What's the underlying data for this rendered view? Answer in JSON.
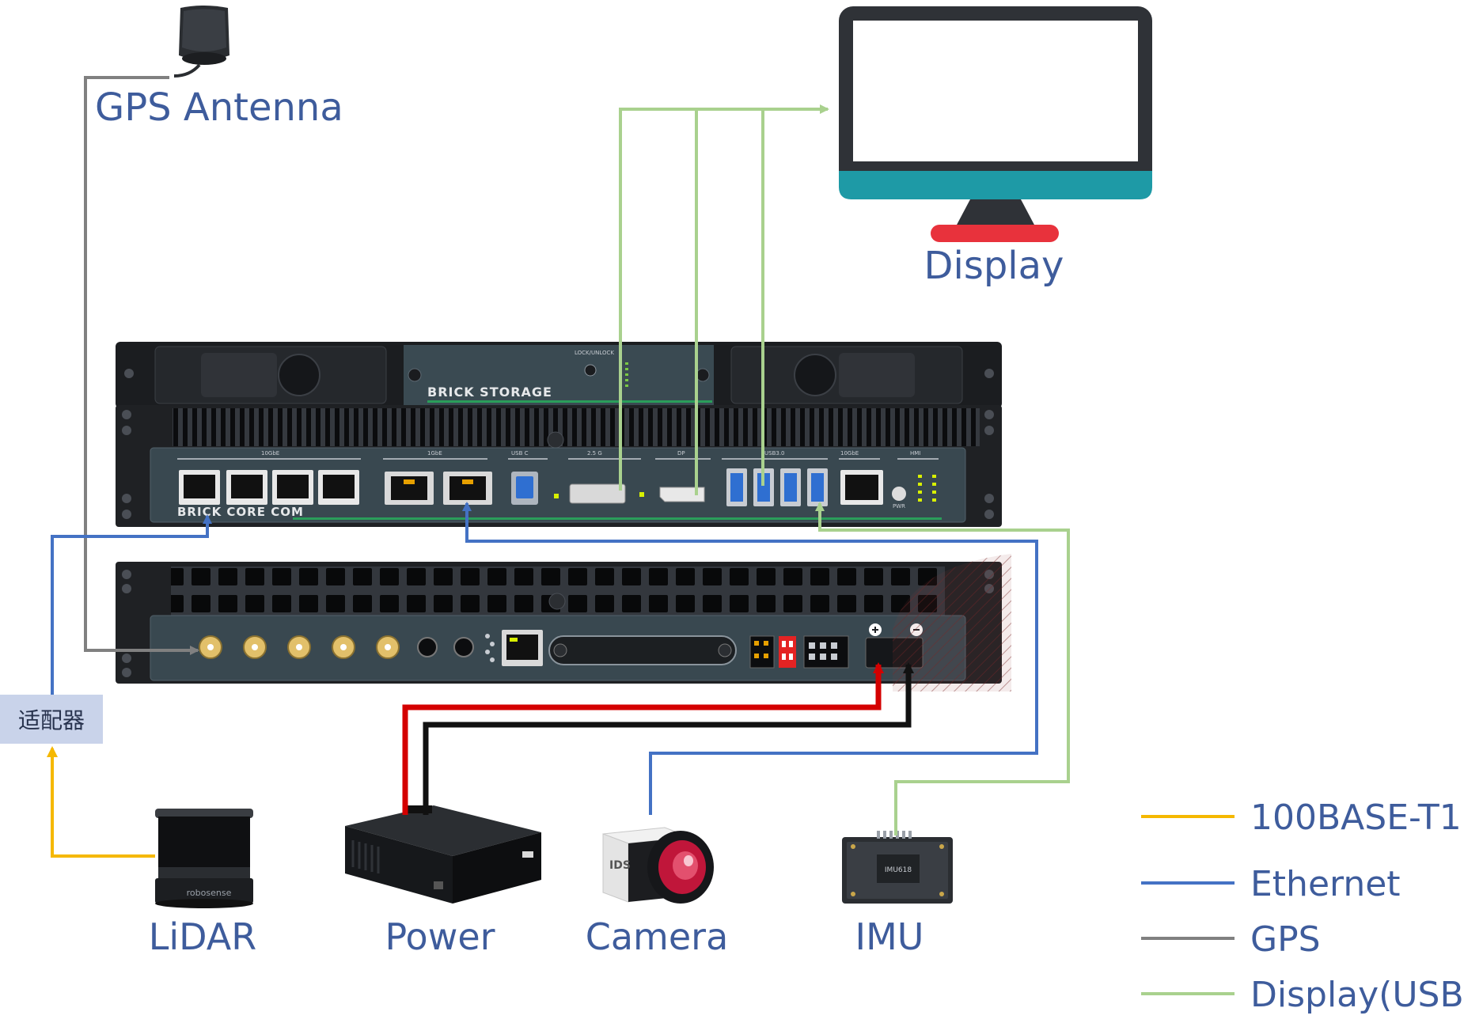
{
  "labels": {
    "gps_antenna": "GPS Antenna",
    "display": "Display",
    "lidar": "LiDAR",
    "power": "Power",
    "camera": "Camera",
    "imu": "IMU",
    "adapter": "适配器",
    "top_unit": "BRICK STORAGE",
    "mid_unit": "BRICK CORE COM",
    "lidar_brand": "robosense",
    "camera_brand": "IDS",
    "imu_chip": "IMU618"
  },
  "legend": [
    {
      "label": "100BASE-T1",
      "color": "#f5b800"
    },
    {
      "label": "Ethernet",
      "color": "#4472c4"
    },
    {
      "label": "GPS",
      "color": "#808080"
    },
    {
      "label": "Display(USB)",
      "color": "#a9d18e"
    }
  ],
  "colors": {
    "ethernet": "#4472c4",
    "gps": "#808080",
    "display_usb": "#a9d18e",
    "t1": "#f5b800",
    "power_pos": "#d40000",
    "power_neg": "#111111",
    "label_text": "#3e5c9c",
    "monitor_bezel": "#2f3237",
    "monitor_chin": "#1e9aa6",
    "monitor_stand": "#e8323c"
  }
}
